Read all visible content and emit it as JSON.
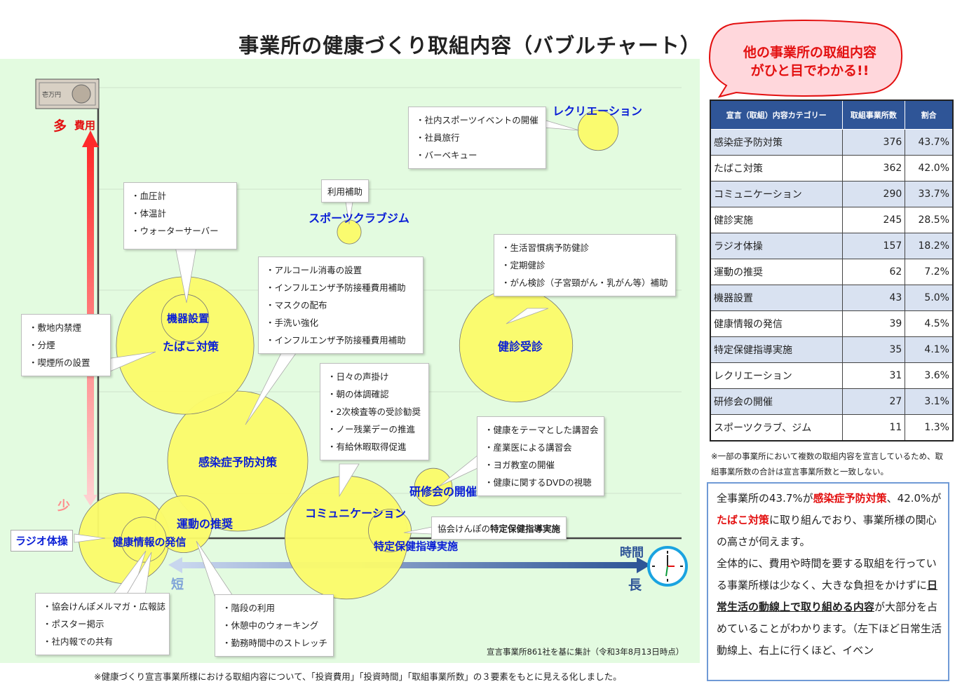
{
  "title": "事業所の健康づくり取組内容（バブルチャート）",
  "speech": {
    "line1": "他の事業所の取組内容",
    "line2": "がひと目でわかる!!"
  },
  "axes": {
    "y_high_mark": "多",
    "y_label": "費用",
    "y_low_mark": "少",
    "x_short_mark": "短",
    "x_label": "時間",
    "x_long_mark": "長"
  },
  "chart_data": {
    "type": "bubble",
    "x_axis": "時間",
    "y_axis": "費用",
    "series": [
      {
        "category": "感染症予防対策",
        "count": 376
      },
      {
        "category": "たばこ対策",
        "count": 362
      },
      {
        "category": "コミュニケーション",
        "count": 290
      },
      {
        "category": "健診受診",
        "count": 245
      },
      {
        "category": "ラジオ体操",
        "count": 157
      },
      {
        "category": "運動の推奨",
        "count": 62
      },
      {
        "category": "機器設置",
        "count": 43
      },
      {
        "category": "健康情報の発信",
        "count": 39
      },
      {
        "category": "特定保健指導実施",
        "count": 35
      },
      {
        "category": "レクリエーション",
        "count": 31
      },
      {
        "category": "研修会の開催",
        "count": 27
      },
      {
        "category": "スポーツクラブジム",
        "count": 11
      }
    ]
  },
  "labels": {
    "infection": "感染症予防対策",
    "tobacco": "たばこ対策",
    "communication": "コミュニケーション",
    "checkup": "健診受診",
    "radio": "ラジオ体操",
    "exercise": "運動の推奨",
    "equipment": "機器設置",
    "info": "健康情報の発信",
    "guidance": "特定保健指導実施",
    "recreation": "レクリエーション",
    "training": "研修会の開催",
    "sports": "スポーツクラブジム"
  },
  "callouts": {
    "recreation": [
      "・社内スポーツイベントの開催",
      "・社員旅行",
      "・バーベキュー"
    ],
    "sports": "利用補助",
    "equipment": [
      "・血圧計",
      "・体温計",
      "・ウォーターサーバー"
    ],
    "infection": [
      "・アルコール消毒の設置",
      "・インフルエンザ予防接種費用補助",
      "・マスクの配布",
      "・手洗い強化",
      "・インフルエンザ予防接種費用補助"
    ],
    "checkup": [
      "・生活習慣病予防健診",
      "・定期健診",
      "・がん検診（子宮頸がん・乳がん等）補助"
    ],
    "tobacco": [
      "・敷地内禁煙",
      "・分煙",
      "・喫煙所の設置"
    ],
    "communication": [
      "・日々の声掛け",
      "・朝の体調確認",
      "・2次検査等の受診勧奨",
      "・ノー残業デーの推進",
      "・有給休暇取得促進"
    ],
    "training": [
      "・健康をテーマとした講習会",
      "・産業医による講習会",
      "・ヨガ教室の開催",
      "・健康に関するDVDの視聴"
    ],
    "guidance_prefix": "協会けんぽの",
    "guidance_bold": "特定保健指導実施",
    "info": [
      "・協会けんぽメルマガ・広報誌",
      "・ポスター掲示",
      "・社内報での共有"
    ],
    "exercise": [
      "・階段の利用",
      "・休憩中のウォーキング",
      "・勤務時間中のストレッチ"
    ]
  },
  "notes": {
    "basis": "宣言事業所861社を基に集計（令和3年8月13日時点）",
    "footnote": "※健康づくり宣言事業所様における取組内容について、「投資費用」「投資時間」「取組事業所数」の３要素をもとに見える化しました。"
  },
  "table": {
    "headers": [
      "宣言（取組）内容カテゴリー",
      "取組事業所数",
      "割合"
    ],
    "rows": [
      {
        "category": "感染症予防対策",
        "count": "376",
        "ratio": "43.7%"
      },
      {
        "category": "たばこ対策",
        "count": "362",
        "ratio": "42.0%"
      },
      {
        "category": "コミュニケーション",
        "count": "290",
        "ratio": "33.7%"
      },
      {
        "category": "健診実施",
        "count": "245",
        "ratio": "28.5%"
      },
      {
        "category": "ラジオ体操",
        "count": "157",
        "ratio": "18.2%"
      },
      {
        "category": "運動の推奨",
        "count": "62",
        "ratio": "7.2%"
      },
      {
        "category": "機器設置",
        "count": "43",
        "ratio": "5.0%"
      },
      {
        "category": "健康情報の発信",
        "count": "39",
        "ratio": "4.5%"
      },
      {
        "category": "特定保健指導実施",
        "count": "35",
        "ratio": "4.1%"
      },
      {
        "category": "レクリエーション",
        "count": "31",
        "ratio": "3.6%"
      },
      {
        "category": "研修会の開催",
        "count": "27",
        "ratio": "3.1%"
      },
      {
        "category": "スポーツクラブ、ジム",
        "count": "11",
        "ratio": "1.3%"
      }
    ],
    "note": "※一部の事業所において複数の取組内容を宣言しているため、取組事業所数の合計は宣言事業所数と一致しない。"
  },
  "summary": {
    "p1_a": "全事業所の43.7%が",
    "p1_b": "感染症予防対策",
    "p1_c": "、42.0%が",
    "p1_d": "たばこ対策",
    "p1_e": "に取り組んでおり、事業所様の関心の高さが伺えます。",
    "p2_a": "全体的に、費用や時間を要する取組を行っている事業所様は少なく、大きな負担をかけずに",
    "p2_b": "日常生活の動線上で取り組める内容",
    "p2_c": "が大部分を占めていることがわかります。（左下ほど日常生活動線上、右上に行くほど、イベン"
  },
  "colors": {
    "bubble": "#fbfb6a",
    "plot_bg": "#e3fbe0",
    "label": "#0a1ed6",
    "accent_red": "#e31010",
    "table_header": "#2f5597"
  }
}
